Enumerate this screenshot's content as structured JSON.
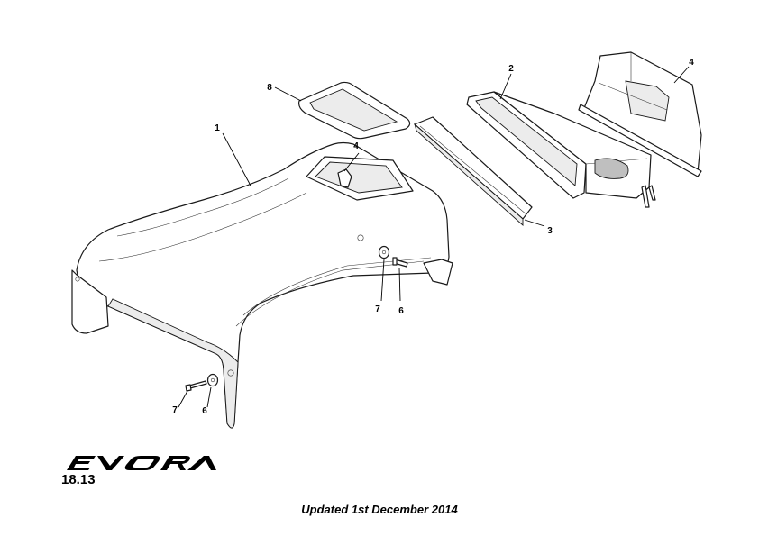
{
  "callouts": [
    {
      "id": "c1",
      "text": "1"
    },
    {
      "id": "c2",
      "text": "2"
    },
    {
      "id": "c3",
      "text": "3"
    },
    {
      "id": "c4a",
      "text": "4"
    },
    {
      "id": "c4b",
      "text": "4"
    },
    {
      "id": "c8",
      "text": "8"
    },
    {
      "id": "c7a",
      "text": "7"
    },
    {
      "id": "c6a",
      "text": "6"
    },
    {
      "id": "c7b",
      "text": "7"
    },
    {
      "id": "c6b",
      "text": "6"
    }
  ],
  "brand": {
    "logo_text": "EVORA"
  },
  "page_number": "18.13",
  "updated_text": "Updated 1st December 2014"
}
